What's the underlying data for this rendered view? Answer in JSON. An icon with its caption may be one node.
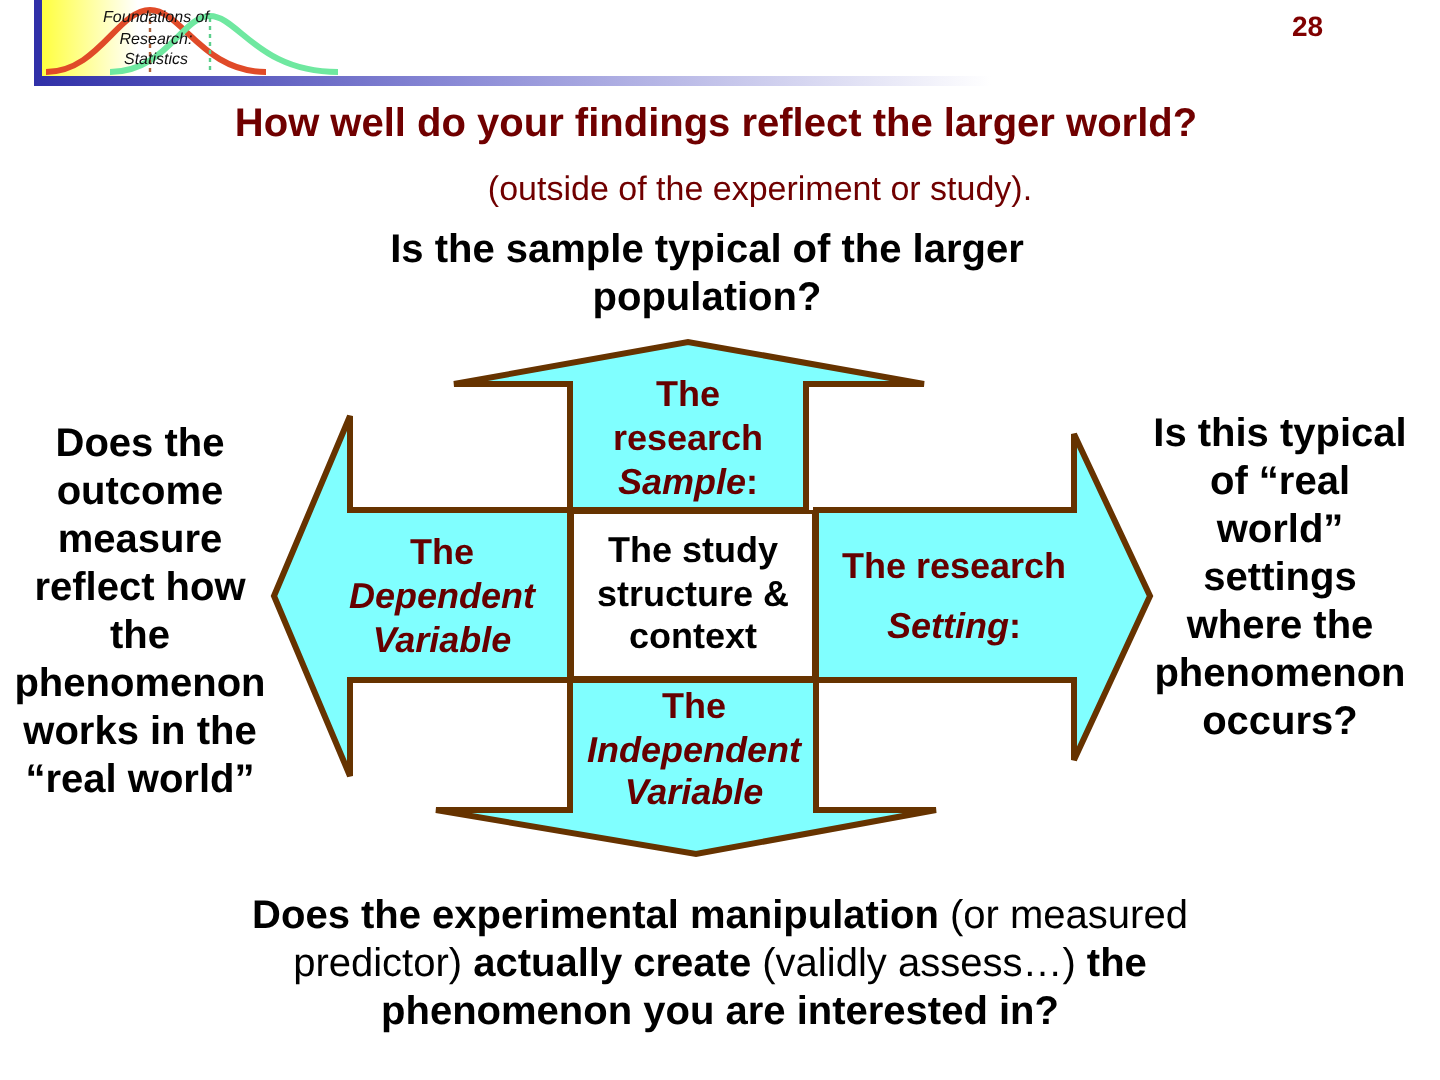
{
  "diagram": {
    "title": "How well do your findings reflect the larger world?",
    "nodes": [
      {
        "text": [
          "The research *Sample*:"
        ],
        "beside": [
          "Is the sample typical of the larger population?"
        ]
      },
      {
        "text": [
          "The *Dependent Variable*"
        ],
        "beside": [
          "Does the outcome measure reflect how the phenomenon works in the “real world”"
        ]
      },
      {
        "text": [
          "The study structure & context"
        ]
      },
      {
        "text": [
          "The research *Setting*:"
        ],
        "beside": [
          "Is this typical of “real world” settings where the phenomenon occurs?"
        ]
      },
      {
        "text": [
          "The *Independent Variable*"
        ],
        "beside": [
          "**Does the experimental manipulation** (or measured predictor) **actually create** (validly assess…) **the phenomenon you are interested in?**"
        ]
      }
    ],
    "labels": [
      "Foundations of Research: Statistics",
      "28",
      "(outside of the experiment or study)."
    ]
  }
}
